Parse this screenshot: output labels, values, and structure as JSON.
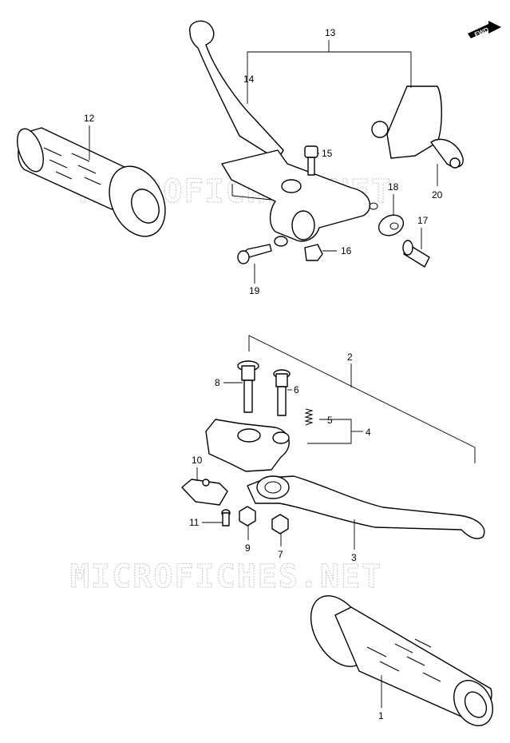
{
  "watermark": "MICROFICHES.NET",
  "fwd_badge": "FWD",
  "callouts": {
    "n1": "1",
    "n2": "2",
    "n3": "3",
    "n4": "4",
    "n5": "5",
    "n6": "6",
    "n7": "7",
    "n8": "8",
    "n9": "9",
    "n10": "10",
    "n11": "11",
    "n12": "12",
    "n13": "13",
    "n14": "14",
    "n15": "15",
    "n16": "16",
    "n17": "17",
    "n18": "18",
    "n19": "19",
    "n20": "20"
  }
}
